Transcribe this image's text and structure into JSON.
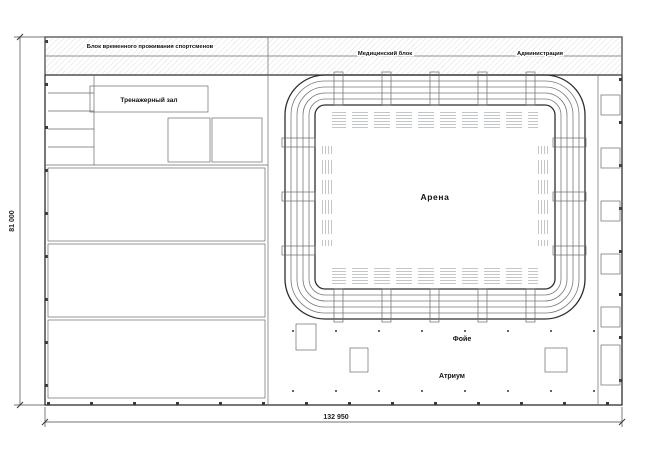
{
  "plan": {
    "labels": {
      "athlete_block": "Блок временного проживания спортсменов",
      "gym": "Тренажерный зал",
      "medical_block": "Медицинский блок",
      "administration": "Администрация",
      "arena": "Арена",
      "foyer": "Фойе",
      "atrium": "Атриум"
    },
    "dimensions": {
      "left_vertical": "81 000",
      "bottom_horizontal": "132 950"
    },
    "colors": {
      "wall": "#2e2e2e",
      "hall_fill": "#f4f5f6",
      "floor_fill": "#edeff1",
      "hatch": "#777777",
      "dim": "#333333"
    }
  }
}
